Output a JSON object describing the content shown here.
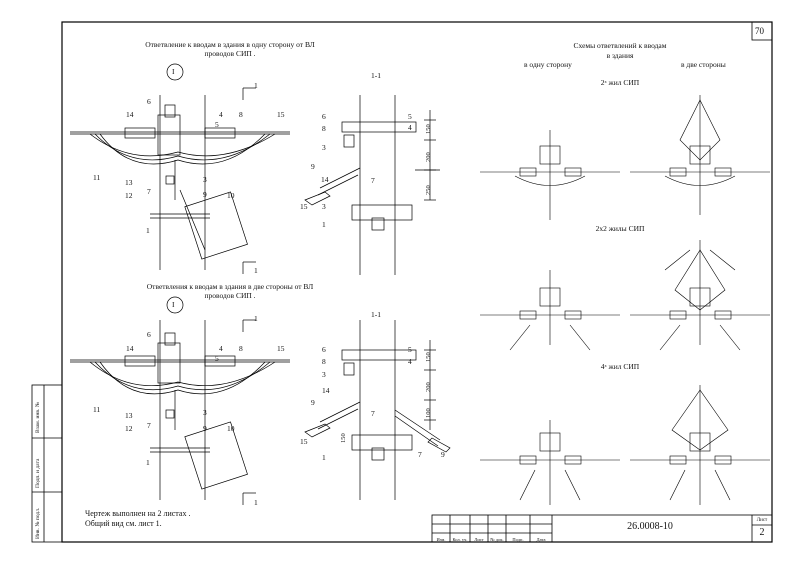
{
  "sheet": {
    "page_number": "70",
    "code": "26.0008-10",
    "sheet_label": "Лист",
    "sheet_number": "2"
  },
  "left_blocks": [
    {
      "title_line1": "Ответвление к вводам в здания в одну сторону от ВЛ",
      "title_line2": "проводов СИП .",
      "marker": "I",
      "section": "1-1",
      "section_mark": "1",
      "main_labels": [
        "6",
        "14",
        "4",
        "8",
        "15",
        "5",
        "11",
        "13",
        "12",
        "7",
        "3",
        "9",
        "10",
        "1"
      ],
      "side_labels": [
        "6",
        "8",
        "3",
        "9",
        "15",
        "3",
        "1",
        "5",
        "4",
        "7",
        "14"
      ],
      "dims": [
        "150",
        "200",
        "250"
      ]
    },
    {
      "title_line1": "Ответвления к вводам в здания в две стороны от ВЛ",
      "title_line2": "проводов СИП .",
      "marker": "I",
      "section": "1-1",
      "section_mark": "1",
      "main_labels": [
        "6",
        "14",
        "4",
        "8",
        "15",
        "5",
        "11",
        "13",
        "12",
        "7",
        "3",
        "9",
        "10",
        "1"
      ],
      "side_labels": [
        "6",
        "8",
        "3",
        "14",
        "9",
        "15",
        "1",
        "5",
        "4",
        "7",
        "9",
        "7"
      ],
      "dims": [
        "150",
        "200",
        "100",
        "150"
      ]
    }
  ],
  "right": {
    "title_line1": "Схемы ответвлений к вводам",
    "title_line2": "в здания",
    "col_left": "в одну сторону",
    "col_right": "в две стороны",
    "row1": "2ˣ жил СИП",
    "row2": "2х2 жилы СИП",
    "row3": "4ˣ жил СИП"
  },
  "notes": {
    "line1": "Чертеж выполнен на 2 листах .",
    "line2": "Общий вид см. лист 1."
  },
  "stamp": {
    "cols": [
      "Изм.",
      "Кол. уч.",
      "Лист",
      "№ док.",
      "Подп.",
      "Дата"
    ],
    "left_strip": [
      "Инв. № подл.",
      "Подп. и дата",
      "Взам. инв. №"
    ]
  }
}
